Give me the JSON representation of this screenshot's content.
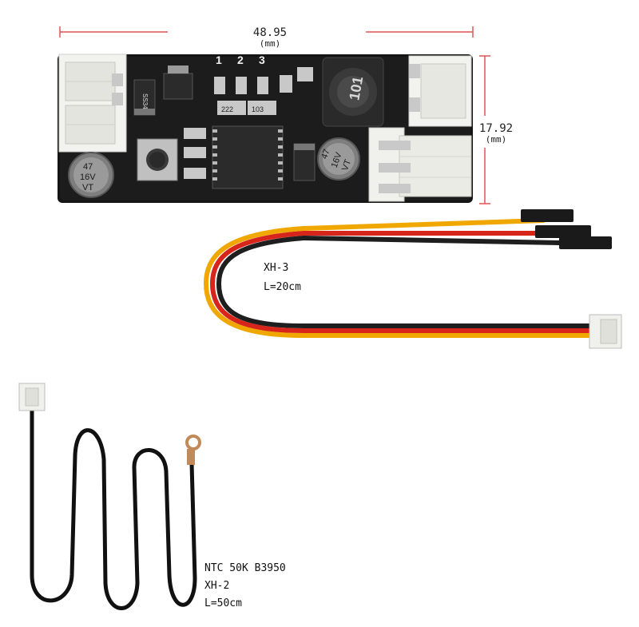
{
  "dimensions": {
    "length": {
      "value": "48.95",
      "unit": "(mm)"
    },
    "width": {
      "value": "17.92",
      "unit": "(mm)"
    }
  },
  "board": {
    "silkscreen_numbers": [
      "1",
      "2",
      "3"
    ],
    "capacitor_markings": [
      "47",
      "16V",
      "VT"
    ],
    "inductor_marking": "101",
    "resistor_markings": [
      "222",
      "103"
    ],
    "regulator_marking": "SS34"
  },
  "fan_cable": {
    "connector": "XH-3",
    "length": "L=20cm"
  },
  "sensor_cable": {
    "sensor": "NTC 50K B3950",
    "connector": "XH-2",
    "length": "L=50cm"
  }
}
